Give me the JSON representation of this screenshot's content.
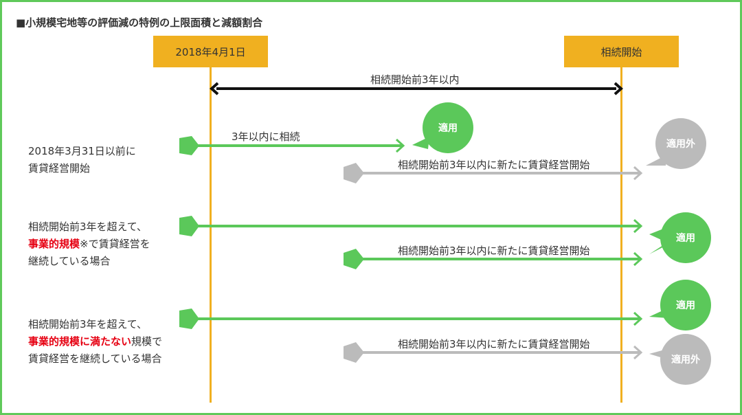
{
  "title": "■小規模宅地等の評価減の特例の上限面積と減額割合",
  "timeline": {
    "start_label": "2018年4月1日",
    "end_label": "相続開始",
    "span_label": "相続開始前3年以内"
  },
  "rows": [
    {
      "label_lines": [
        "2018年3月31日以前に",
        "賃貸経営開始"
      ],
      "arrows": [
        {
          "label": "3年以内に相続",
          "color": "green",
          "result": "適用"
        },
        {
          "label": "相続開始前3年以内に新たに賃貸経営開始",
          "color": "gray",
          "result": "適用外"
        }
      ]
    },
    {
      "label_line1": "相続開始前3年を超えて、",
      "label_line2_red": "事業的規模",
      "label_line2_rest": "※で賃貸経営を",
      "label_line3": "継続している場合",
      "arrows": [
        {
          "label": "",
          "color": "green",
          "result": "適用"
        },
        {
          "label": "相続開始前3年以内に新たに賃貸経営開始",
          "color": "green",
          "result": ""
        }
      ]
    },
    {
      "label_line1": "相続開始前3年を超えて、",
      "label_line2_red": "事業的規模に満たない",
      "label_line2_rest": "規模で",
      "label_line3": "賃貸経営を継続している場合",
      "arrows": [
        {
          "label": "",
          "color": "green",
          "result": "適用"
        },
        {
          "label": "相続開始前3年以内に新たに賃貸経営開始",
          "color": "gray",
          "result": "適用外"
        }
      ]
    }
  ],
  "colors": {
    "green": "#5bc85a",
    "gray": "#bbbbbb",
    "orange": "#f0b020",
    "red": "#e60012",
    "border": "#5fc95a"
  }
}
